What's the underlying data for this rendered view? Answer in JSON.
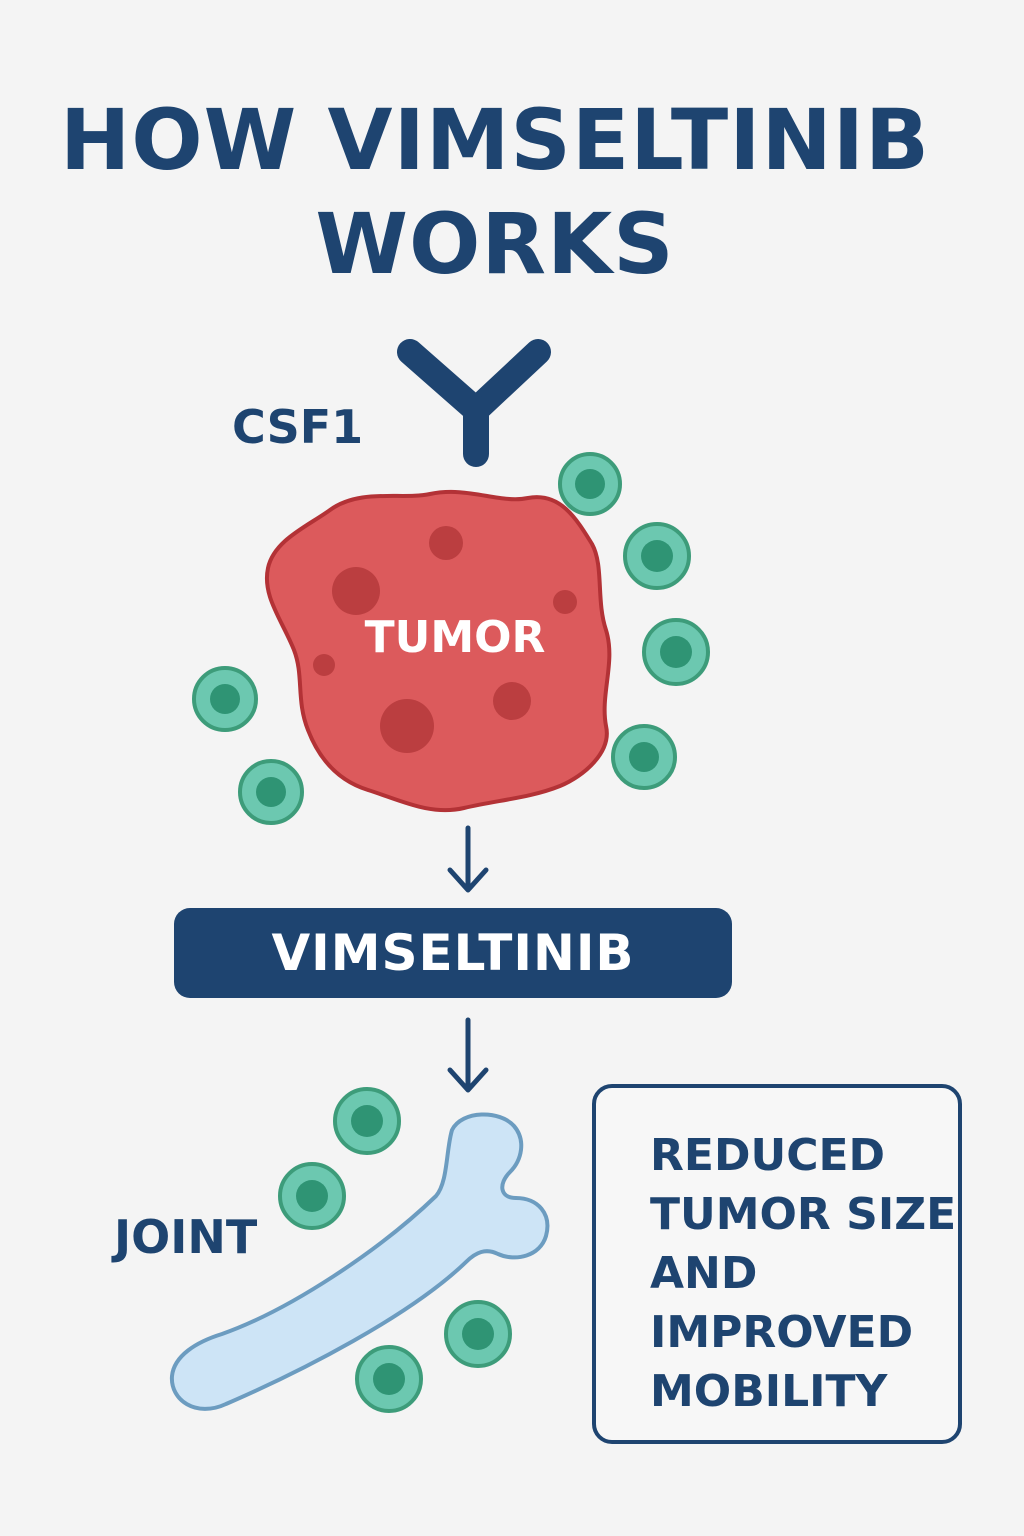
{
  "title": {
    "line1": "HOW VIMSELTINIB",
    "line2": "WORKS"
  },
  "labels": {
    "ligand": "CSF1",
    "tumor": "TUMOR",
    "drug": "VIMSELTINIB",
    "site": "JOINT"
  },
  "outcome": {
    "lines": [
      "REDUCED",
      "TUMOR SIZE",
      "AND",
      "IMPROVED",
      "MOBILITY"
    ]
  },
  "icons": {
    "ligand": "csf1-y-receptor-icon",
    "tumor": "tumor-blob-icon",
    "cell": "macrophage-cell-icon",
    "bone": "bone-icon",
    "arrow": "down-arrow-icon"
  },
  "colors": {
    "primary": "#1e4470",
    "tumor_fill": "#dc5a5c",
    "tumor_stroke": "#b33236",
    "tumor_spot": "#bb3e40",
    "cell_outer": "#6cc8b0",
    "cell_stroke": "#3d9c7a",
    "cell_inner": "#2f9474",
    "bone_fill": "#cde4f6",
    "bone_stroke": "#6c9cc0",
    "background": "#f4f4f4"
  }
}
